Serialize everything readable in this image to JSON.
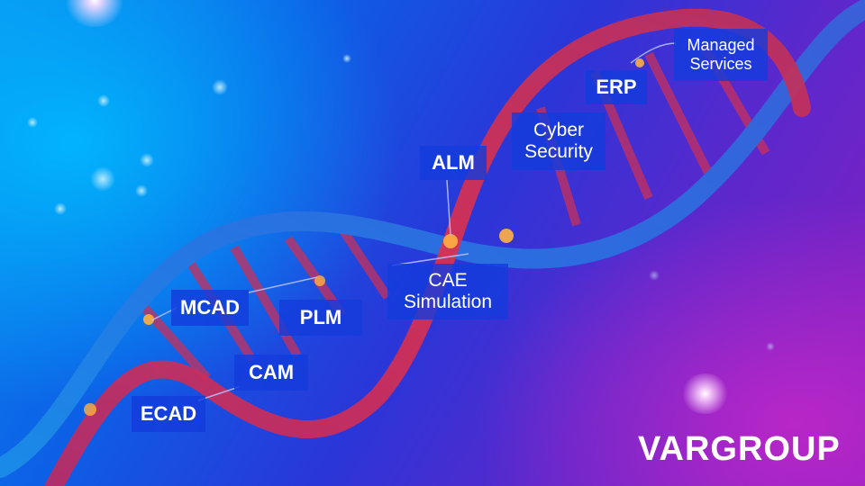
{
  "brand": {
    "logo_text": "VARGROUP"
  },
  "labels": {
    "managed_services": {
      "line1": "Managed",
      "line2": "Services"
    },
    "erp": "ERP",
    "cyber_security": {
      "line1": "Cyber",
      "line2": "Security"
    },
    "alm": "ALM",
    "cae_simulation": {
      "line1": "CAE",
      "line2": "Simulation"
    },
    "mcad": "MCAD",
    "plm": "PLM",
    "cam": "CAM",
    "ecad": "ECAD"
  },
  "colors": {
    "background_left": "#0a8ff0",
    "background_right": "#8a1fc0",
    "label_bg": "#143cdc",
    "helix_blue": "#1f6fe0",
    "helix_red": "#e0304a",
    "glow": "#ffb040"
  }
}
